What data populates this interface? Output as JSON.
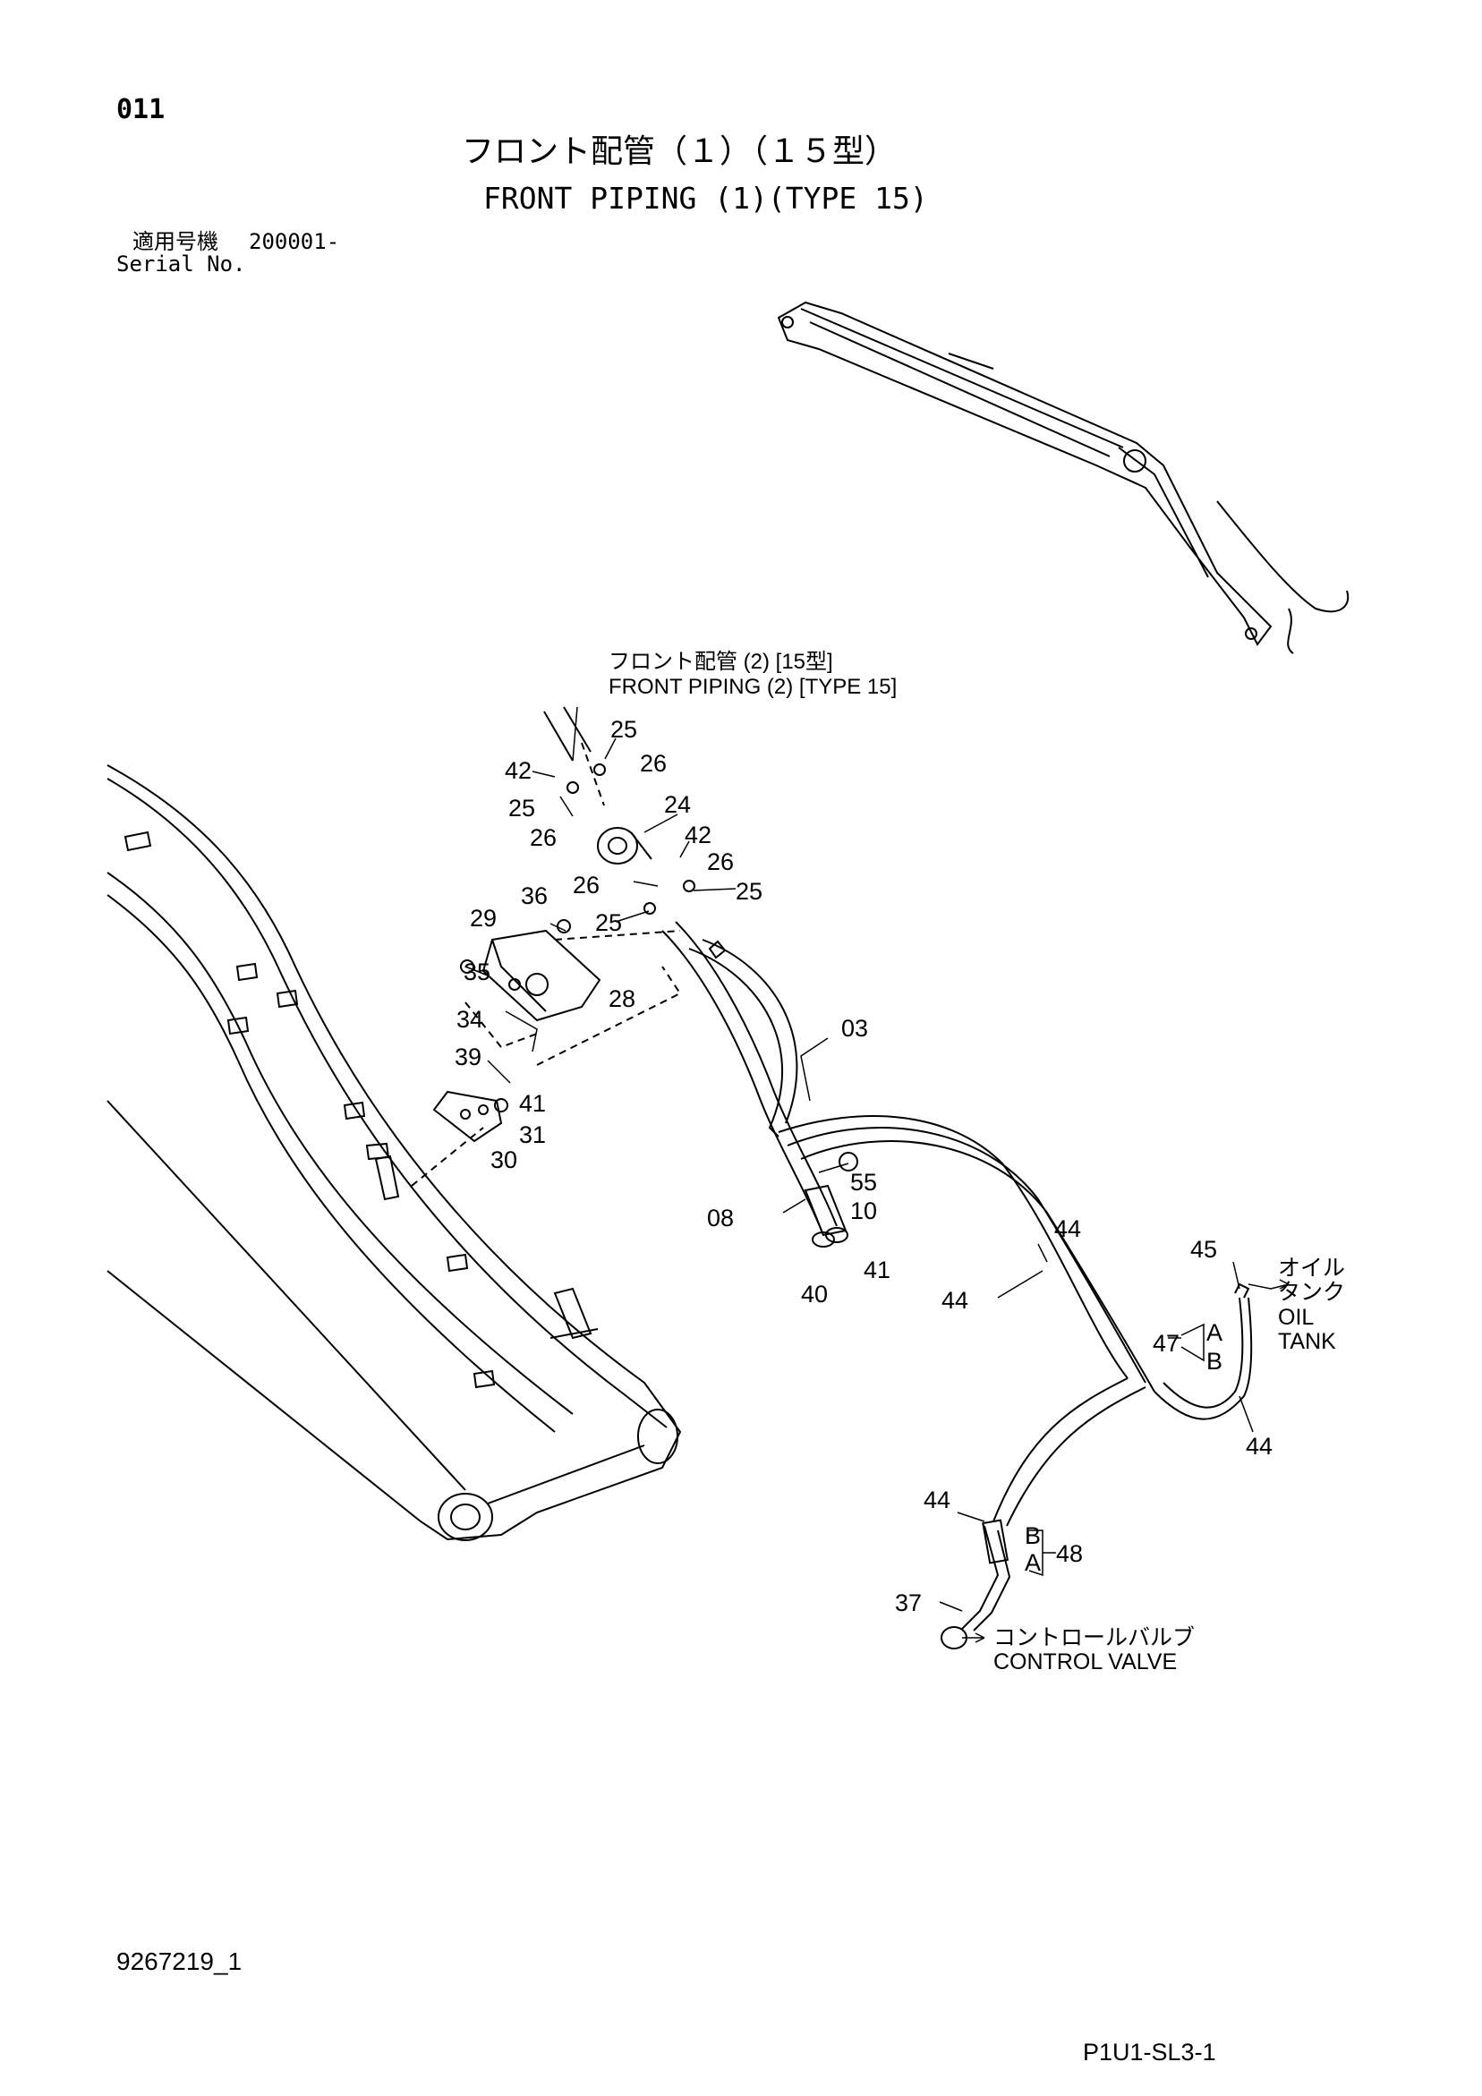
{
  "page": {
    "page_number": "011",
    "title_jp": "フロント配管（１）（１５型）",
    "title_en": "FRONT PIPING (1)(TYPE 15)",
    "serial_label_jp": "適用号機",
    "serial_value": "200001-",
    "serial_label_en": "Serial No.",
    "doc_number": "9267219_1",
    "sheet_code": "P1U1-SL3-1"
  },
  "callouts": {
    "ref_piping2_jp": "フロント配管 (2) [15型]",
    "ref_piping2_en": "FRONT  PIPING (2) [TYPE 15]",
    "oil_tank_jp_1": "オイル",
    "oil_tank_jp_2": "タンク",
    "oil_tank_en_1": "OIL",
    "oil_tank_en_2": "TANK",
    "control_valve_jp": "コントロールバルブ",
    "control_valve_en": "CONTROL  VALVE"
  },
  "part_labels": [
    {
      "id": "p25a",
      "text": "25"
    },
    {
      "id": "p42a",
      "text": "42"
    },
    {
      "id": "p26a",
      "text": "26"
    },
    {
      "id": "p25b",
      "text": "25"
    },
    {
      "id": "p26b",
      "text": "26"
    },
    {
      "id": "p24",
      "text": "24"
    },
    {
      "id": "p42b",
      "text": "42"
    },
    {
      "id": "p26c",
      "text": "26"
    },
    {
      "id": "p26d",
      "text": "26"
    },
    {
      "id": "p25c",
      "text": "25"
    },
    {
      "id": "p36",
      "text": "36"
    },
    {
      "id": "p29",
      "text": "29"
    },
    {
      "id": "p25d",
      "text": "25"
    },
    {
      "id": "p35",
      "text": "35"
    },
    {
      "id": "p28",
      "text": "28"
    },
    {
      "id": "p34",
      "text": "34"
    },
    {
      "id": "p39",
      "text": "39"
    },
    {
      "id": "p41a",
      "text": "41"
    },
    {
      "id": "p31",
      "text": "31"
    },
    {
      "id": "p30",
      "text": "30"
    },
    {
      "id": "p03",
      "text": "03"
    },
    {
      "id": "p55",
      "text": "55"
    },
    {
      "id": "p08",
      "text": "08"
    },
    {
      "id": "p10",
      "text": "10"
    },
    {
      "id": "p41b",
      "text": "41"
    },
    {
      "id": "p40",
      "text": "40"
    },
    {
      "id": "p44a",
      "text": "44"
    },
    {
      "id": "p44b",
      "text": "44"
    },
    {
      "id": "p45",
      "text": "45"
    },
    {
      "id": "p47",
      "text": "47"
    },
    {
      "id": "p44c",
      "text": "44"
    },
    {
      "id": "p44d",
      "text": "44"
    },
    {
      "id": "p48",
      "text": "48"
    },
    {
      "id": "p37",
      "text": "37"
    },
    {
      "id": "pA1",
      "text": "A"
    },
    {
      "id": "pB1",
      "text": "B"
    },
    {
      "id": "pB2",
      "text": "B"
    },
    {
      "id": "pA2",
      "text": "A"
    }
  ]
}
